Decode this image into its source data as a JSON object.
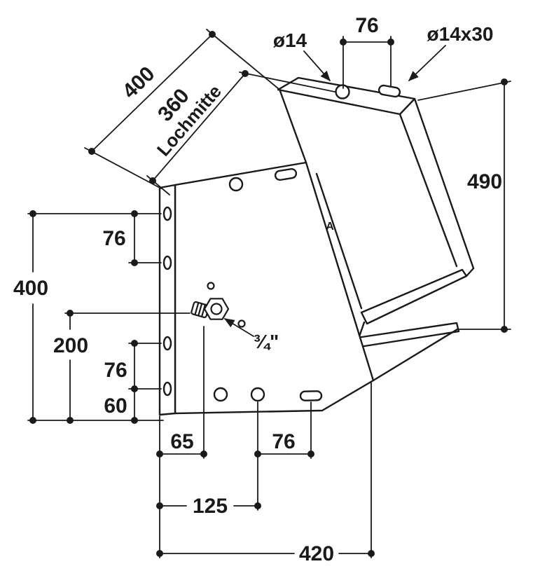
{
  "drawing": {
    "background": "#ffffff",
    "line_color": "#1a1a1a",
    "labels": {
      "diag_overall": "400",
      "diag_hole_pitch": "360",
      "diag_hole_pitch_note": "Lochmitte",
      "top_hole_dia": "ø14",
      "top_hole_pitch": "76",
      "top_slot_size": "ø14x30",
      "right_height": "490",
      "left_pitch_upper": "76",
      "left_overall": "400",
      "left_center_height": "200",
      "left_pitch_lower": "76",
      "left_edge_offset": "60",
      "bottom_offset_bolt": "65",
      "bottom_hole_pitch": "76",
      "bottom_offset_hole": "125",
      "bottom_overall": "420",
      "bolt_thread": "¾\"",
      "detail_marker": "A"
    }
  }
}
